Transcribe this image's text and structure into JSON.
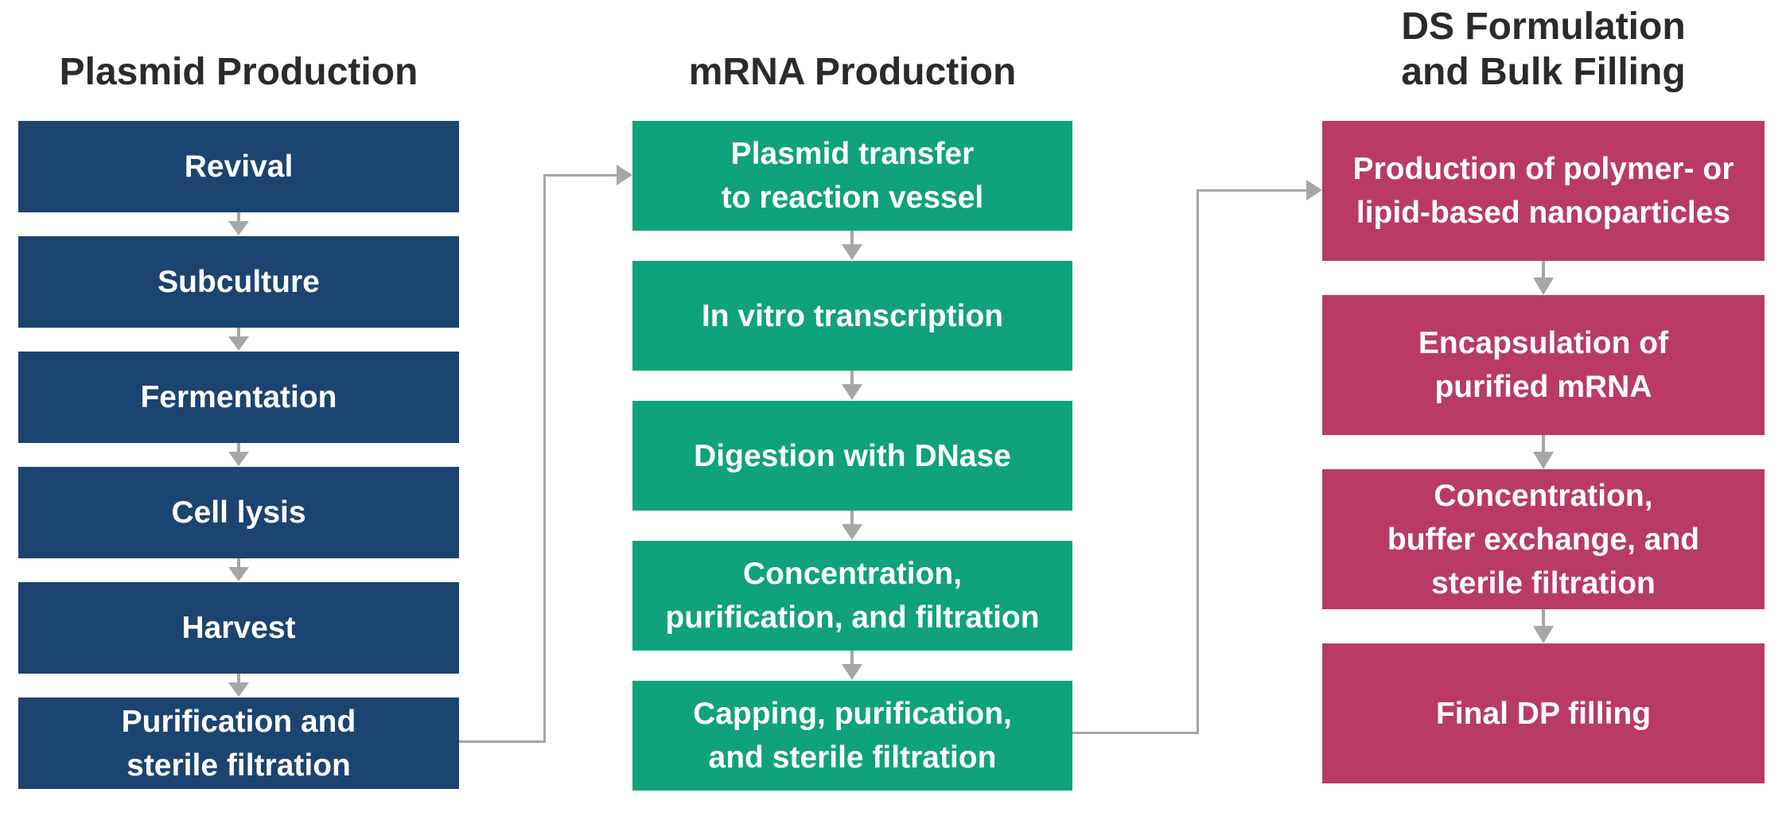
{
  "diagram": {
    "background": "#ffffff",
    "title_color": "#2b2b2b",
    "connector_color": "#a6a6a6",
    "icons": {
      "down_arrow": "down-arrow-icon (gray triangle pointing down)",
      "right_arrow": "right-arrow-icon (gray triangle pointing right)"
    },
    "columns": [
      {
        "id": "plasmid-production",
        "title": "Plasmid Production",
        "box_color": "#1b4470",
        "boxes": [
          {
            "label": "Revival"
          },
          {
            "label": "Subculture"
          },
          {
            "label": "Fermentation"
          },
          {
            "label": "Cell lysis"
          },
          {
            "label": "Harvest"
          },
          {
            "label": "Purification and\nsterile filtration"
          }
        ]
      },
      {
        "id": "mrna-production",
        "title": "mRNA Production",
        "box_color": "#0fa27c",
        "boxes": [
          {
            "label": "Plasmid transfer\nto reaction vessel"
          },
          {
            "label": "In vitro transcription"
          },
          {
            "label": "Digestion with DNase"
          },
          {
            "label": "Concentration,\npurification, and filtration"
          },
          {
            "label": "Capping, purification,\nand sterile filtration"
          }
        ]
      },
      {
        "id": "ds-formulation-bulk-filling",
        "title": "DS Formulation\nand Bulk Filling",
        "box_color": "#b93a67",
        "boxes": [
          {
            "label": "Production of polymer- or\nlipid-based nanoparticles"
          },
          {
            "label": "Encapsulation of\npurified mRNA"
          },
          {
            "label": "Concentration,\nbuffer exchange, and\nsterile filtration"
          },
          {
            "label": "Final DP filling"
          }
        ]
      }
    ]
  }
}
